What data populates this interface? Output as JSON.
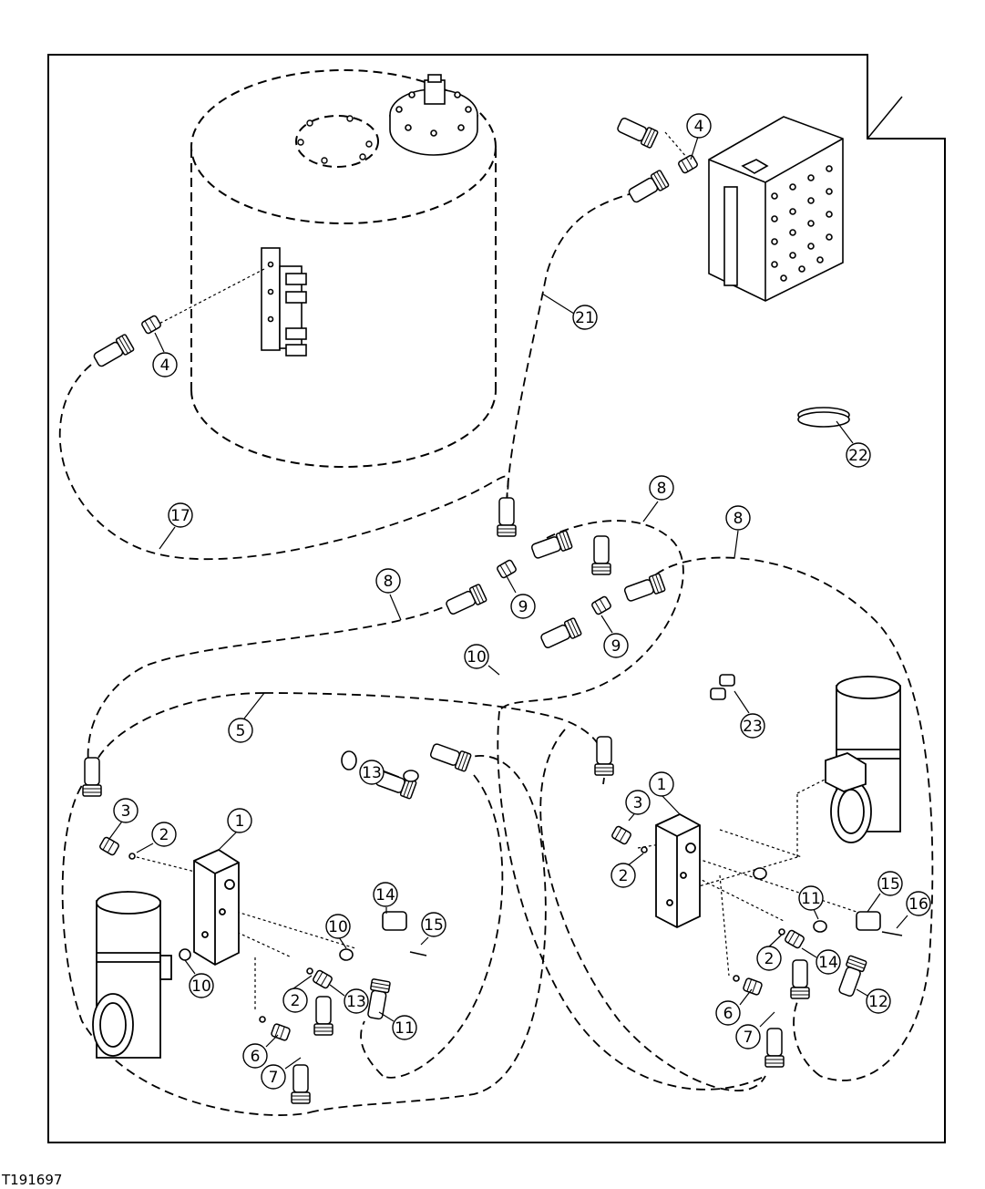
{
  "figure_id": "T191697",
  "callouts": [
    "1",
    "1",
    "2",
    "2",
    "2",
    "2",
    "3",
    "3",
    "4",
    "4",
    "5",
    "6",
    "6",
    "7",
    "7",
    "8",
    "8",
    "8",
    "9",
    "9",
    "10",
    "10",
    "10",
    "11",
    "11",
    "12",
    "13",
    "13",
    "14",
    "14",
    "15",
    "15",
    "16",
    "17",
    "21",
    "22",
    "23"
  ],
  "colors": {
    "line": "#000000",
    "background": "#ffffff"
  }
}
